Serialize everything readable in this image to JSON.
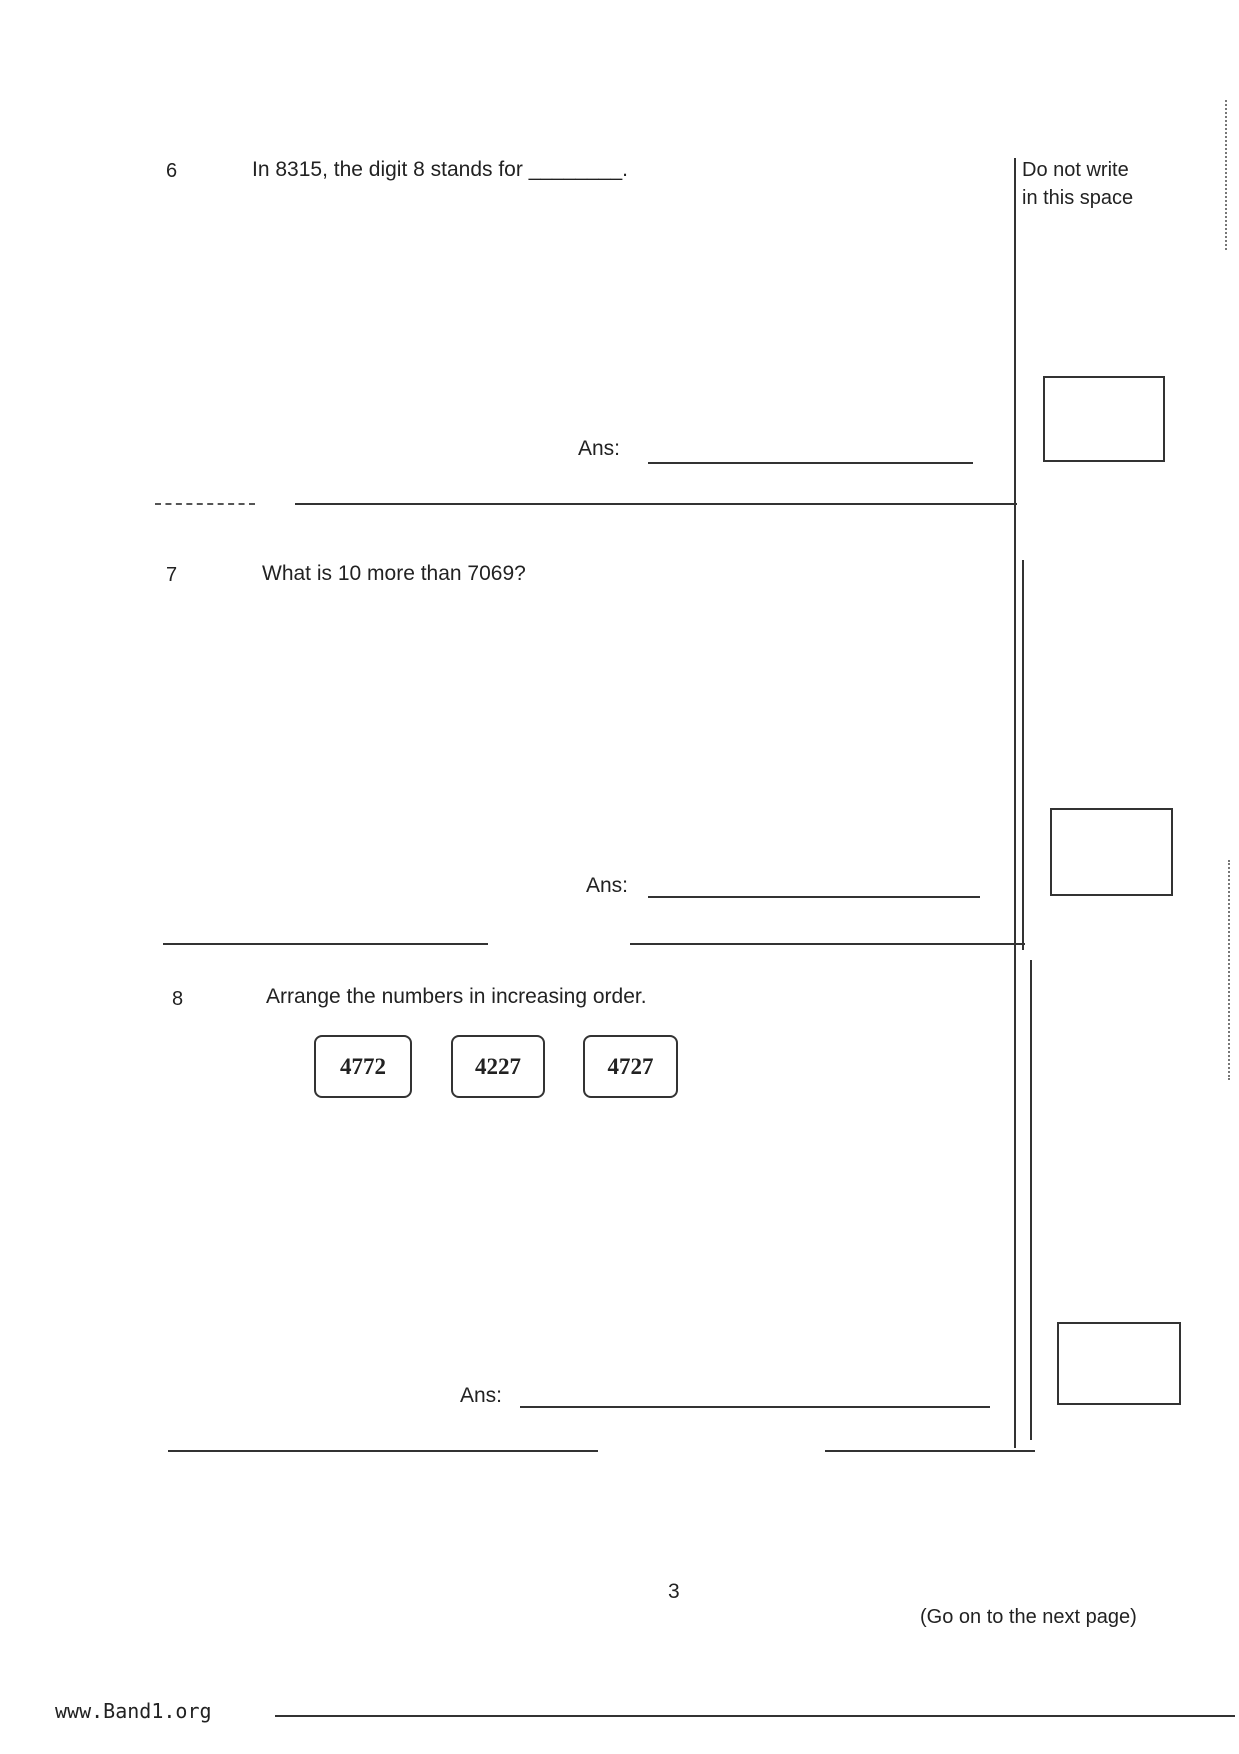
{
  "margin_note": {
    "line1": "Do not write",
    "line2": "in this space"
  },
  "questions": [
    {
      "number": "6",
      "text": "In 8315, the digit 8 stands for",
      "blank": "________.",
      "answer_label": "Ans:"
    },
    {
      "number": "7",
      "text": "What is 10 more than 7069?",
      "answer_label": "Ans:"
    },
    {
      "number": "8",
      "text": "Arrange the numbers in increasing order.",
      "numbers": [
        "4772",
        "4227",
        "4727"
      ],
      "answer_label": "Ans:"
    }
  ],
  "footer": {
    "page_number": "3",
    "continue_note": "(Go on to the next page)",
    "website": "www.Band1.org"
  }
}
